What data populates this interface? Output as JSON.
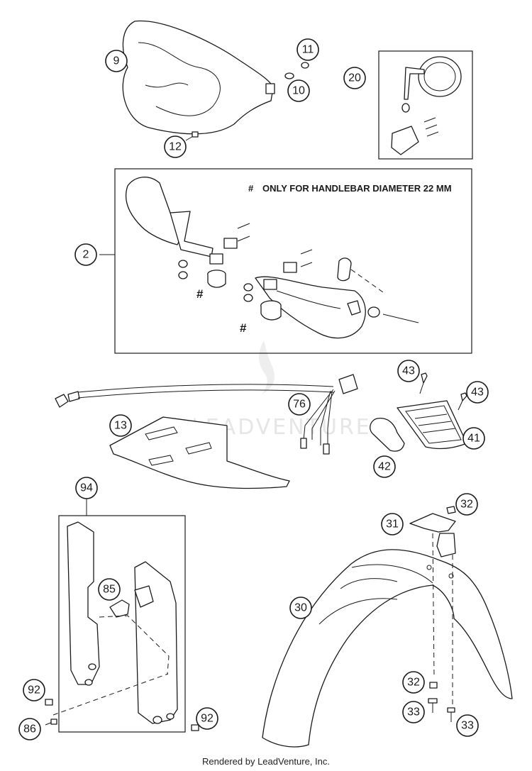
{
  "note": {
    "symbol": "#",
    "text": "ONLY FOR HANDLEBAR DIAMETER 22 MM"
  },
  "hash_marks": [
    "#",
    "#"
  ],
  "watermark": "LEADVENTURE",
  "footer": "Rendered by LeadVenture, Inc.",
  "callouts": [
    "9",
    "11",
    "10",
    "12",
    "20",
    "2",
    "43",
    "43",
    "76",
    "13",
    "41",
    "42",
    "94",
    "32",
    "31",
    "85",
    "30",
    "32",
    "92",
    "33",
    "86",
    "92",
    "33"
  ]
}
